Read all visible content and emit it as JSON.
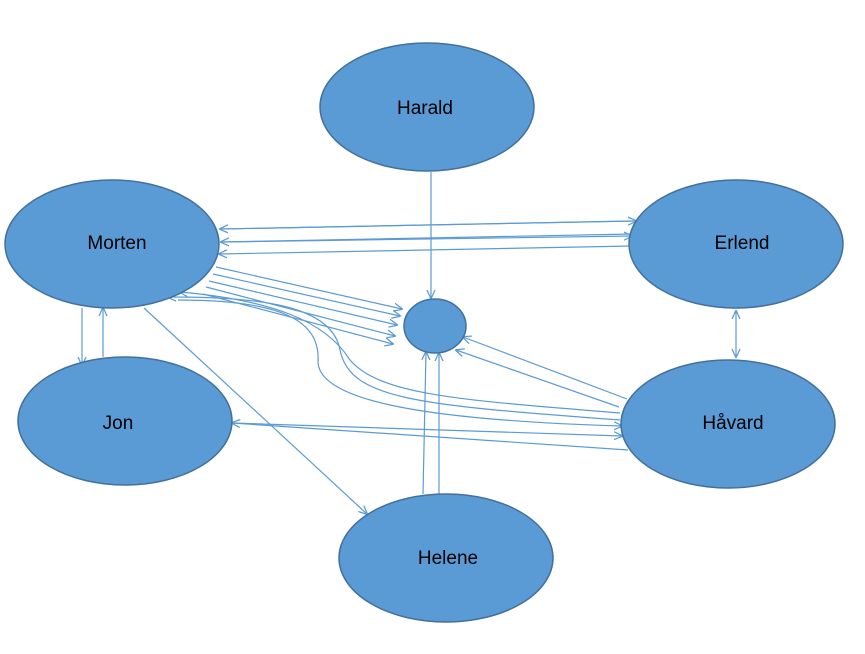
{
  "colors": {
    "node_fill": "#5b9bd5",
    "node_stroke": "#41719c",
    "edge": "#5b9bd5",
    "label": "#000000",
    "background": "#ffffff"
  },
  "nodes": [
    {
      "id": "harald",
      "label": "Harald"
    },
    {
      "id": "morten",
      "label": "Morten"
    },
    {
      "id": "erlend",
      "label": "Erlend"
    },
    {
      "id": "jon",
      "label": "Jon"
    },
    {
      "id": "havard",
      "label": "Håvard"
    },
    {
      "id": "helene",
      "label": "Helene"
    },
    {
      "id": "center",
      "label": ""
    }
  ],
  "edges": [
    {
      "from": "harald",
      "to": "center",
      "direction": "forward"
    },
    {
      "from": "erlend",
      "to": "morten",
      "direction": "forward"
    },
    {
      "from": "morten",
      "to": "erlend",
      "direction": "forward"
    },
    {
      "from": "erlend",
      "to": "morten",
      "direction": "forward"
    },
    {
      "from": "morten",
      "to": "erlend",
      "direction": "forward"
    },
    {
      "from": "erlend",
      "to": "morten",
      "direction": "forward"
    },
    {
      "from": "erlend",
      "to": "havard",
      "direction": "both"
    },
    {
      "from": "morten",
      "to": "center",
      "direction": "forward"
    },
    {
      "from": "morten",
      "to": "center",
      "direction": "forward"
    },
    {
      "from": "morten",
      "to": "center",
      "direction": "forward"
    },
    {
      "from": "morten",
      "to": "center",
      "direction": "forward"
    },
    {
      "from": "morten",
      "to": "center",
      "direction": "forward"
    },
    {
      "from": "morten",
      "to": "jon",
      "direction": "forward"
    },
    {
      "from": "jon",
      "to": "morten",
      "direction": "forward"
    },
    {
      "from": "morten",
      "to": "helene",
      "direction": "forward"
    },
    {
      "from": "helene",
      "to": "center",
      "direction": "forward"
    },
    {
      "from": "helene",
      "to": "center",
      "direction": "forward"
    },
    {
      "from": "havard",
      "to": "center",
      "direction": "forward"
    },
    {
      "from": "havard",
      "to": "center",
      "direction": "forward"
    },
    {
      "from": "havard",
      "to": "jon",
      "direction": "forward"
    },
    {
      "from": "jon",
      "to": "havard",
      "direction": "forward"
    },
    {
      "from": "havard",
      "to": "morten",
      "direction": "forward"
    },
    {
      "from": "havard",
      "to": "morten",
      "direction": "forward"
    },
    {
      "from": "morten",
      "to": "havard",
      "direction": "forward"
    }
  ]
}
